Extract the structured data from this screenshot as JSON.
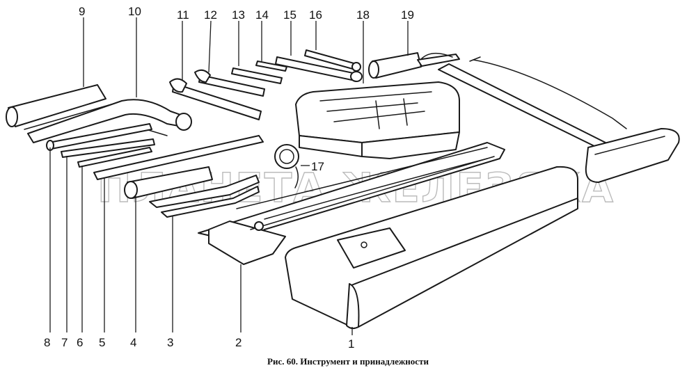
{
  "figure": {
    "caption": "Рис. 60. Инструмент и принадлежности",
    "watermark": "ПЛАНЕТА ЖЕЛЕЗЯКА",
    "callouts": [
      "1",
      "2",
      "3",
      "4",
      "5",
      "6",
      "7",
      "8",
      "9",
      "10",
      "11",
      "12",
      "13",
      "14",
      "15",
      "16",
      "17",
      "18",
      "19"
    ]
  }
}
